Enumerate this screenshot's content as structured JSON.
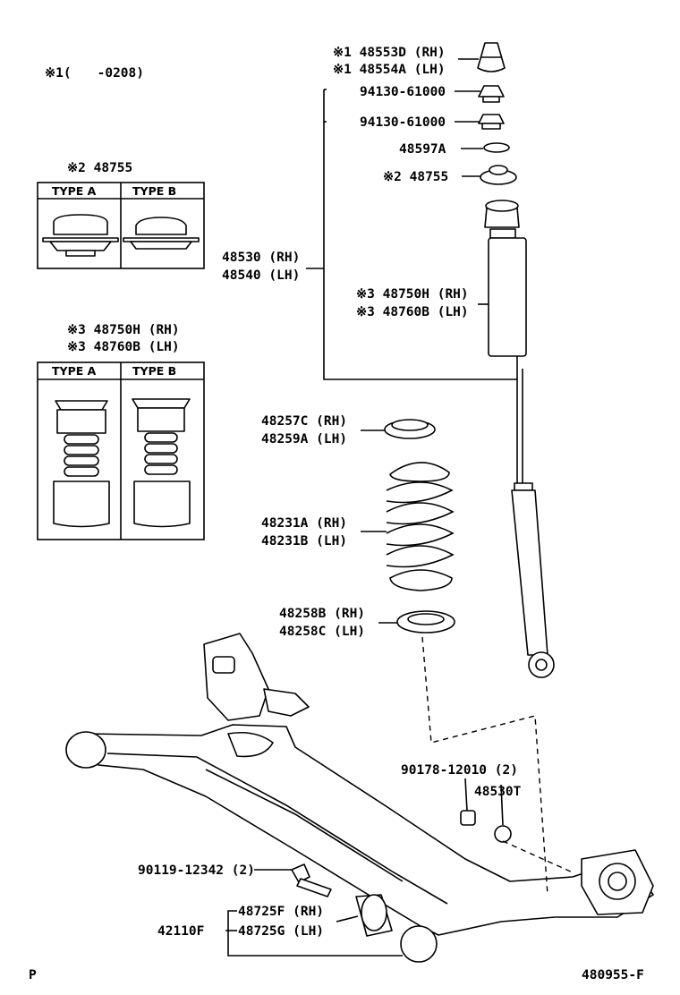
{
  "footnote": "※1(　　-0208)",
  "diagram_id": "480955-F",
  "page_marker": "P",
  "callouts": {
    "c48553D": "※1 48553D (RH)",
    "c48554A": "※1 48554A (LH)",
    "c94130a": "94130-61000",
    "c94130b": "94130-61000",
    "c48597A": "48597A",
    "c48755": "※2 48755",
    "c48530": "48530 (RH)",
    "c48540": "48540 (LH)",
    "c48750H": "※3 48750H (RH)",
    "c48760B": "※3 48760B (LH)",
    "c48257C": "48257C (RH)",
    "c48259A": "48259A (LH)",
    "c48231A": "48231A (RH)",
    "c48231B": "48231B (LH)",
    "c48258B": "48258B (RH)",
    "c48258C": "48258C (LH)",
    "c90178": "90178-12010 (2)",
    "c48530T": "48530T",
    "c90119": "90119-12342 (2)",
    "c48725F": "48725F (RH)",
    "c48725G": "48725G (LH)",
    "c42110F": "42110F"
  },
  "inset_mount": {
    "title": "※2 48755",
    "type_a": "TYPE A",
    "type_b": "TYPE B"
  },
  "inset_absorber": {
    "title_rh": "※3 48750H (RH)",
    "title_lh": "※3 48760B (LH)",
    "type_a": "TYPE A",
    "type_b": "TYPE B"
  }
}
